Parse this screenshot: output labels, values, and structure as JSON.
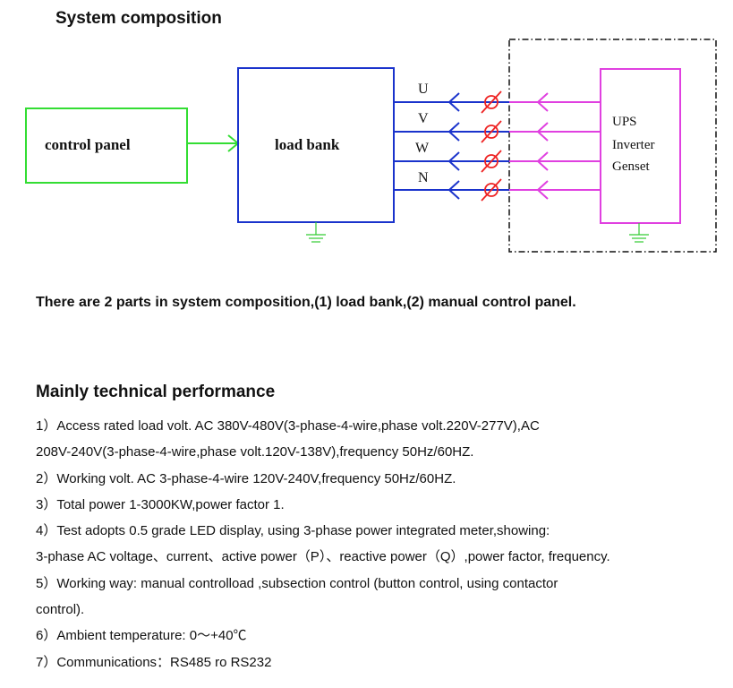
{
  "section1_title": "System composition",
  "diagram": {
    "control_panel_label": "control panel",
    "load_bank_label": "load bank",
    "phase_labels": [
      "U",
      "V",
      "W",
      "N"
    ],
    "source_labels": [
      "UPS",
      "Inverter",
      "Genset"
    ],
    "colors": {
      "control_panel": "#33dd33",
      "load_bank": "#1a33cc",
      "wires": "#1a33cc",
      "source": "#e040e0",
      "breaker": "#ee2222",
      "ground": "#33cc33",
      "dashed_boundary": "#111111"
    }
  },
  "summary": "There are 2 parts in system composition,(1) load bank,(2) manual control panel.",
  "section2_title": "Mainly technical performance",
  "performance_lines": [
    "1）Access rated load volt. AC 380V-480V(3-phase-4-wire,phase volt.220V-277V),AC",
    "208V-240V(3-phase-4-wire,phase volt.120V-138V),frequency 50Hz/60HZ.",
    "2）Working volt. AC 3-phase-4-wire 120V-240V,frequency 50Hz/60HZ.",
    "3）Total power 1-3000KW,power factor 1.",
    "4）Test adopts 0.5 grade LED display, using 3-phase power integrated meter,showing:",
    "3-phase AC voltage、current、active power（P）、reactive power（Q）,power factor, frequency.",
    "5）Working way: manual controlload ,subsection control (button control, using contactor",
    "control).",
    "6）Ambient temperature: 0～+40℃",
    "7）Communications：RS485 ro RS232"
  ]
}
